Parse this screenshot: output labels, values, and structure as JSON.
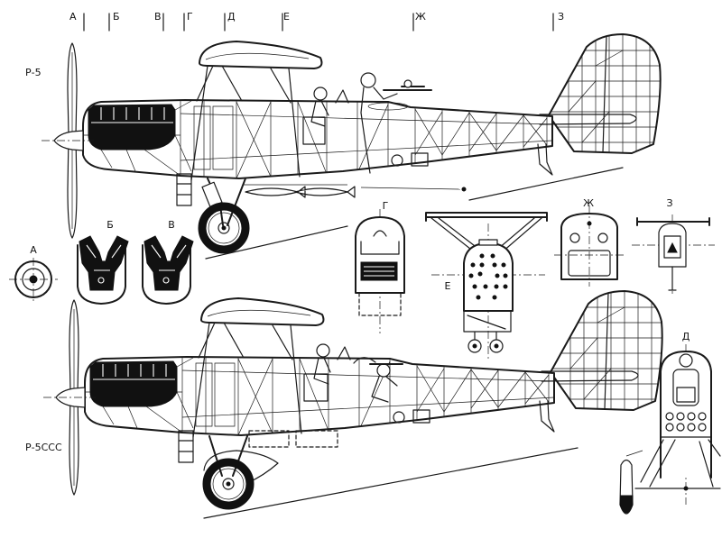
{
  "section_markers": {
    "a": "А",
    "b": "Б",
    "v": "В",
    "g": "Г",
    "d": "Д",
    "e": "Е",
    "zh": "Ж",
    "z": "З"
  },
  "aircraft_labels": {
    "upper": "Р-5",
    "lower": "Р-5ССС"
  },
  "section_view_labels": {
    "a": "А",
    "b": "Б",
    "v": "В",
    "g": "Г",
    "e": "Е",
    "zh": "Ж",
    "z": "З",
    "d": "Д"
  },
  "colors": {
    "ink": "#111111",
    "paper": "#ffffff"
  }
}
